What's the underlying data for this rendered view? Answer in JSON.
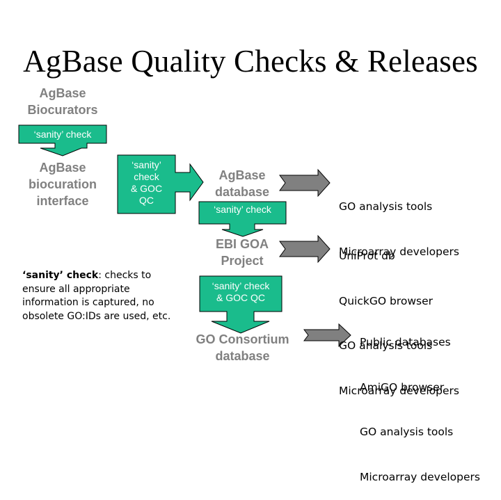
{
  "title": "AgBase Quality Checks & Releases",
  "colors": {
    "box_fill": "#1ABC8C",
    "box_stroke": "#000000",
    "release_arrow_fill": "#808080",
    "node_text": "#808080"
  },
  "nodes": {
    "biocurators": [
      "AgBase",
      "Biocurators"
    ],
    "interface": [
      "AgBase",
      "biocuration",
      "interface"
    ],
    "database": [
      "AgBase",
      "database"
    ],
    "ebi_goa": [
      "EBI GOA",
      "Project"
    ],
    "goc_db": [
      "GO Consortium",
      "database"
    ]
  },
  "checks": {
    "check1": "‘sanity’ check",
    "check2": [
      "‘sanity’",
      "check",
      "& GOC",
      "QC"
    ],
    "check3": "‘sanity’ check",
    "check4": [
      "‘sanity’ check",
      "& GOC QC"
    ]
  },
  "releases": {
    "database": [
      "GO analysis tools",
      "Microarray developers"
    ],
    "ebi_goa": [
      "UniProt db",
      "QuickGO browser",
      "GO analysis tools",
      "Microarray developers"
    ],
    "goc_db": [
      "Public databases",
      "AmiGO browser",
      "GO analysis tools",
      "Microarray developers"
    ]
  },
  "note": {
    "term": "‘sanity’ check",
    "definition": ": checks to ensure all appropriate information is captured, no obsolete GO:IDs are used, etc."
  }
}
